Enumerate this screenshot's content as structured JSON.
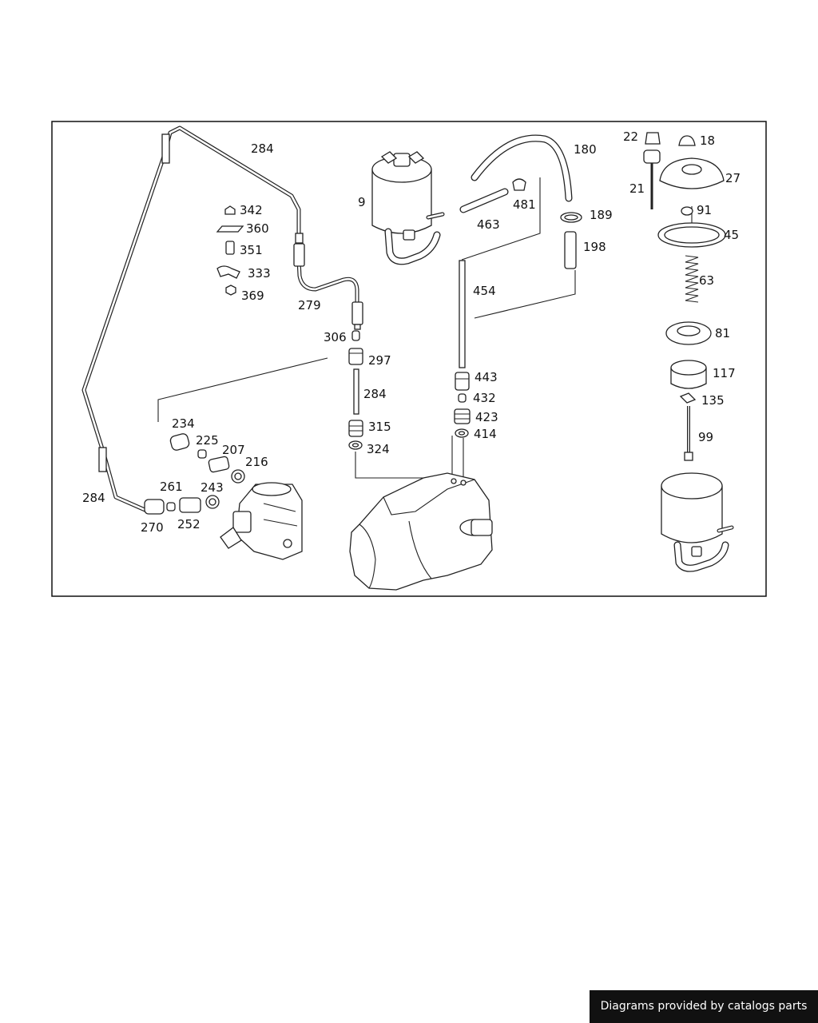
{
  "diagram": {
    "callouts": [
      "284",
      "342",
      "360",
      "351",
      "333",
      "369",
      "279",
      "306",
      "297",
      "284",
      "315",
      "324",
      "234",
      "225",
      "207",
      "216",
      "261",
      "243",
      "284",
      "270",
      "252",
      "9",
      "463",
      "481",
      "180",
      "189",
      "198",
      "454",
      "443",
      "432",
      "423",
      "414",
      "22",
      "18",
      "21",
      "27",
      "91",
      "45",
      "63",
      "81",
      "117",
      "135",
      "99"
    ]
  },
  "footer": {
    "text": "Diagrams provided by catalogs parts"
  }
}
